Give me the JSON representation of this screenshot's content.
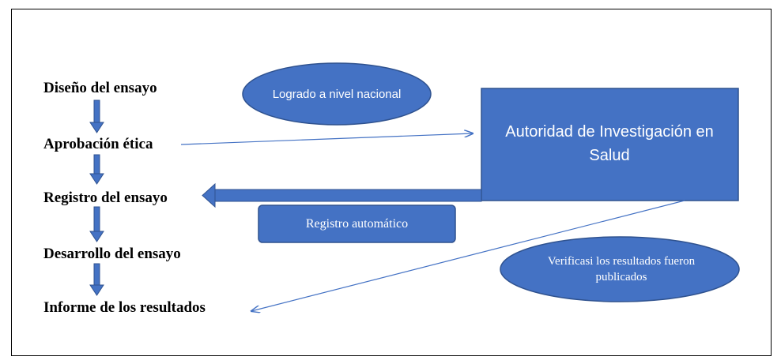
{
  "colors": {
    "fill": "#4472C4",
    "stroke": "#2F528F",
    "text_shape": "#ffffff"
  },
  "steps": [
    {
      "label": "Diseño del ensayo"
    },
    {
      "label": "Aprobación ética"
    },
    {
      "label": "Registro del ensayo"
    },
    {
      "label": "Desarrollo del ensayo"
    },
    {
      "label": "Informe de los resultados"
    }
  ],
  "ellipse_national": {
    "text": "Logrado a nivel nacional"
  },
  "authority_box": {
    "text": "Autoridad de Investigación en Salud"
  },
  "auto_registration": {
    "text": "Registro automático"
  },
  "ellipse_verify": {
    "text": "Verificasi los resultados fueron publicados"
  }
}
